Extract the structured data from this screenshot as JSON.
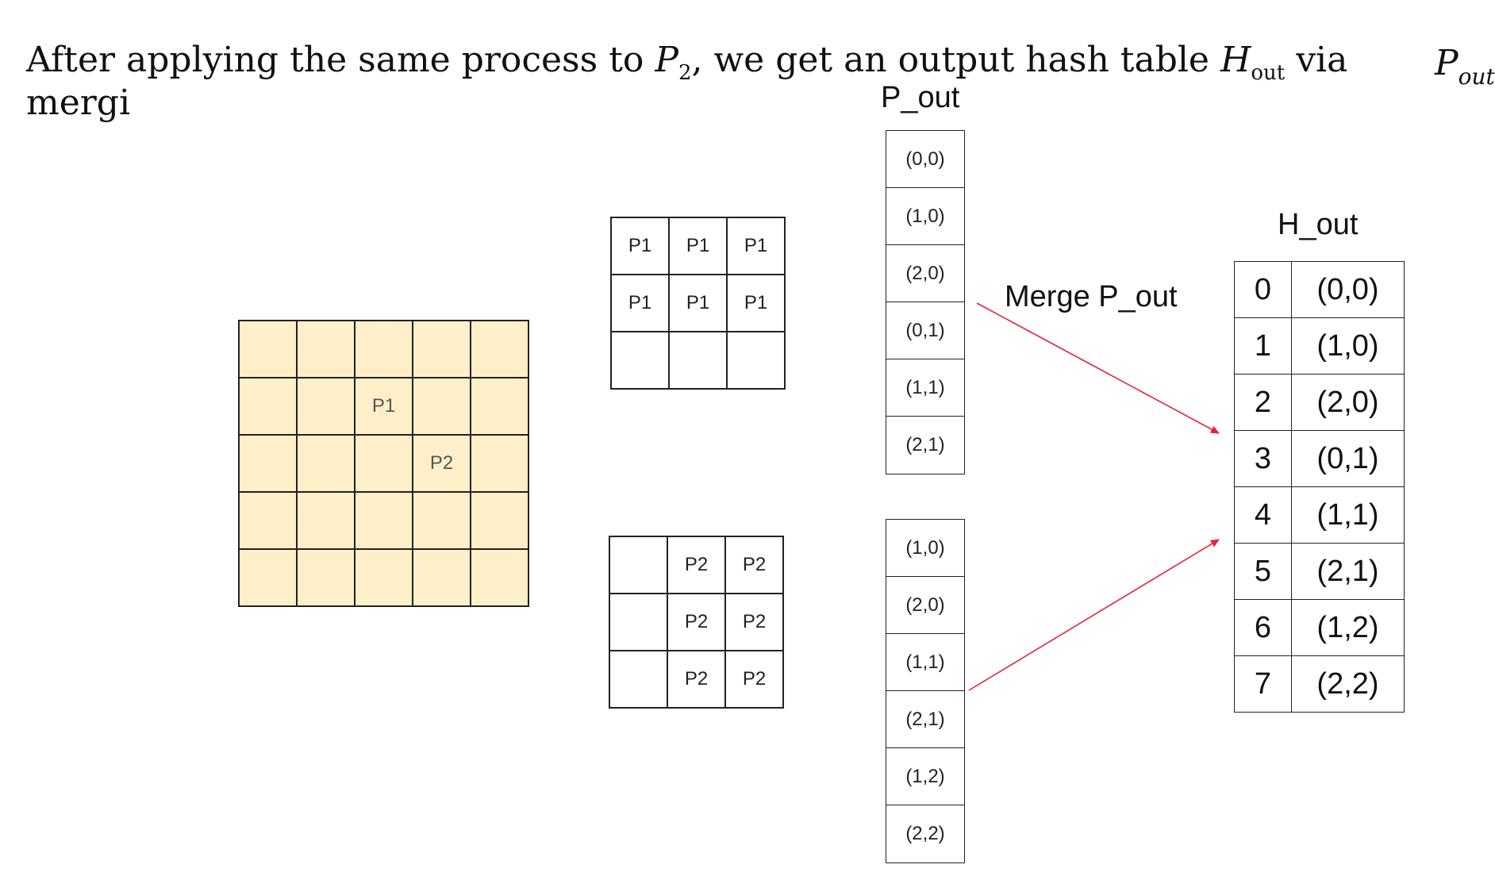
{
  "header": {
    "sentence_start": "After applying the same process to ",
    "p2_symbol": "P",
    "p2_sub": "2",
    "sentence_mid": ", we get an output hash table ",
    "h_symbol": "H",
    "h_sub": "out",
    "sentence_end": " via ",
    "pout_symbol": "P",
    "pout_sub": "out",
    "line2": "mergi"
  },
  "input_grid": {
    "rows": [
      [
        "",
        "",
        "",
        "",
        ""
      ],
      [
        "",
        "",
        "P1",
        "",
        ""
      ],
      [
        "",
        "",
        "",
        "P2",
        ""
      ],
      [
        "",
        "",
        "",
        "",
        ""
      ],
      [
        "",
        "",
        "",
        "",
        ""
      ]
    ]
  },
  "p1_grid": {
    "rows": [
      [
        "P1",
        "P1",
        "P1"
      ],
      [
        "P1",
        "P1",
        "P1"
      ],
      [
        "",
        "",
        ""
      ]
    ]
  },
  "p2_grid": {
    "rows": [
      [
        "",
        "P2",
        "P2"
      ],
      [
        "",
        "P2",
        "P2"
      ],
      [
        "",
        "P2",
        "P2"
      ]
    ]
  },
  "p_out": {
    "title": "P_out",
    "p1_entries": [
      "(0,0)",
      "(1,0)",
      "(2,0)",
      "(0,1)",
      "(1,1)",
      "(2,1)"
    ],
    "p2_entries": [
      "(1,0)",
      "(2,0)",
      "(1,1)",
      "(2,1)",
      "(1,2)",
      "(2,2)"
    ]
  },
  "merge_label": "Merge P_out",
  "h_out": {
    "title": "H_out",
    "rows": [
      {
        "key": "0",
        "value": "(0,0)"
      },
      {
        "key": "1",
        "value": "(1,0)"
      },
      {
        "key": "2",
        "value": "(2,0)"
      },
      {
        "key": "3",
        "value": "(0,1)"
      },
      {
        "key": "4",
        "value": "(1,1)"
      },
      {
        "key": "5",
        "value": "(2,1)"
      },
      {
        "key": "6",
        "value": "(1,2)"
      },
      {
        "key": "7",
        "value": "(2,2)"
      }
    ]
  },
  "colors": {
    "input_fill": "#fdf0c8",
    "arrow": "#e8223f",
    "line": "#222222"
  }
}
